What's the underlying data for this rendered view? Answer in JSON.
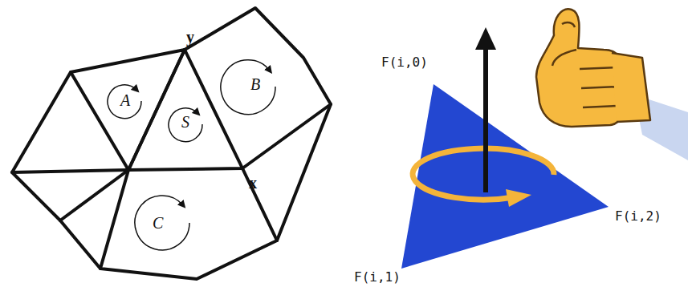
{
  "diagram": {
    "labels": [
      "y",
      "A",
      "B",
      "S",
      "x",
      "C",
      "F(i,0)",
      "F(i,2)",
      "F(i,1)"
    ]
  }
}
